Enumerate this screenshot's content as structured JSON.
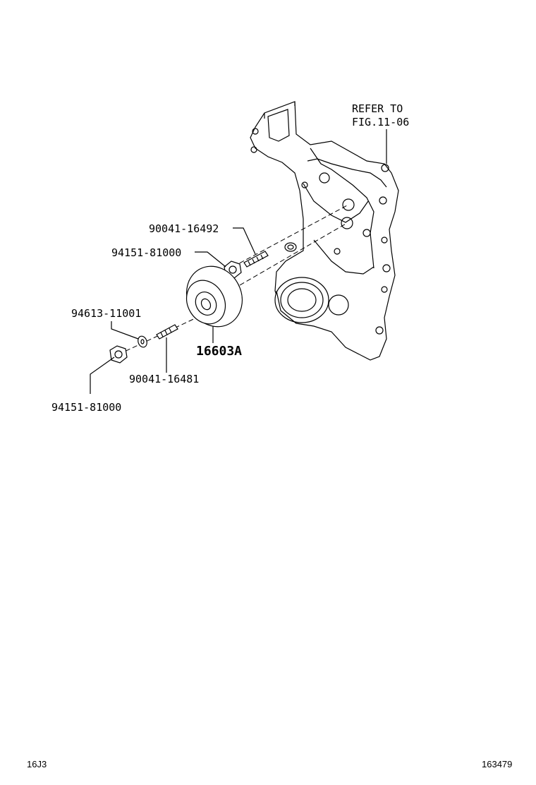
{
  "labels": {
    "refer_line1": "REFER TO",
    "refer_line2": "FIG.11-06",
    "stud_upper": "90041-16492",
    "nut_upper": "94151-81000",
    "washer": "94613-11001",
    "stud_lower": "90041-16481",
    "nut_lower": "94151-81000",
    "pulley": "16603A"
  },
  "footer": {
    "left": "16J3",
    "right": "163479"
  }
}
